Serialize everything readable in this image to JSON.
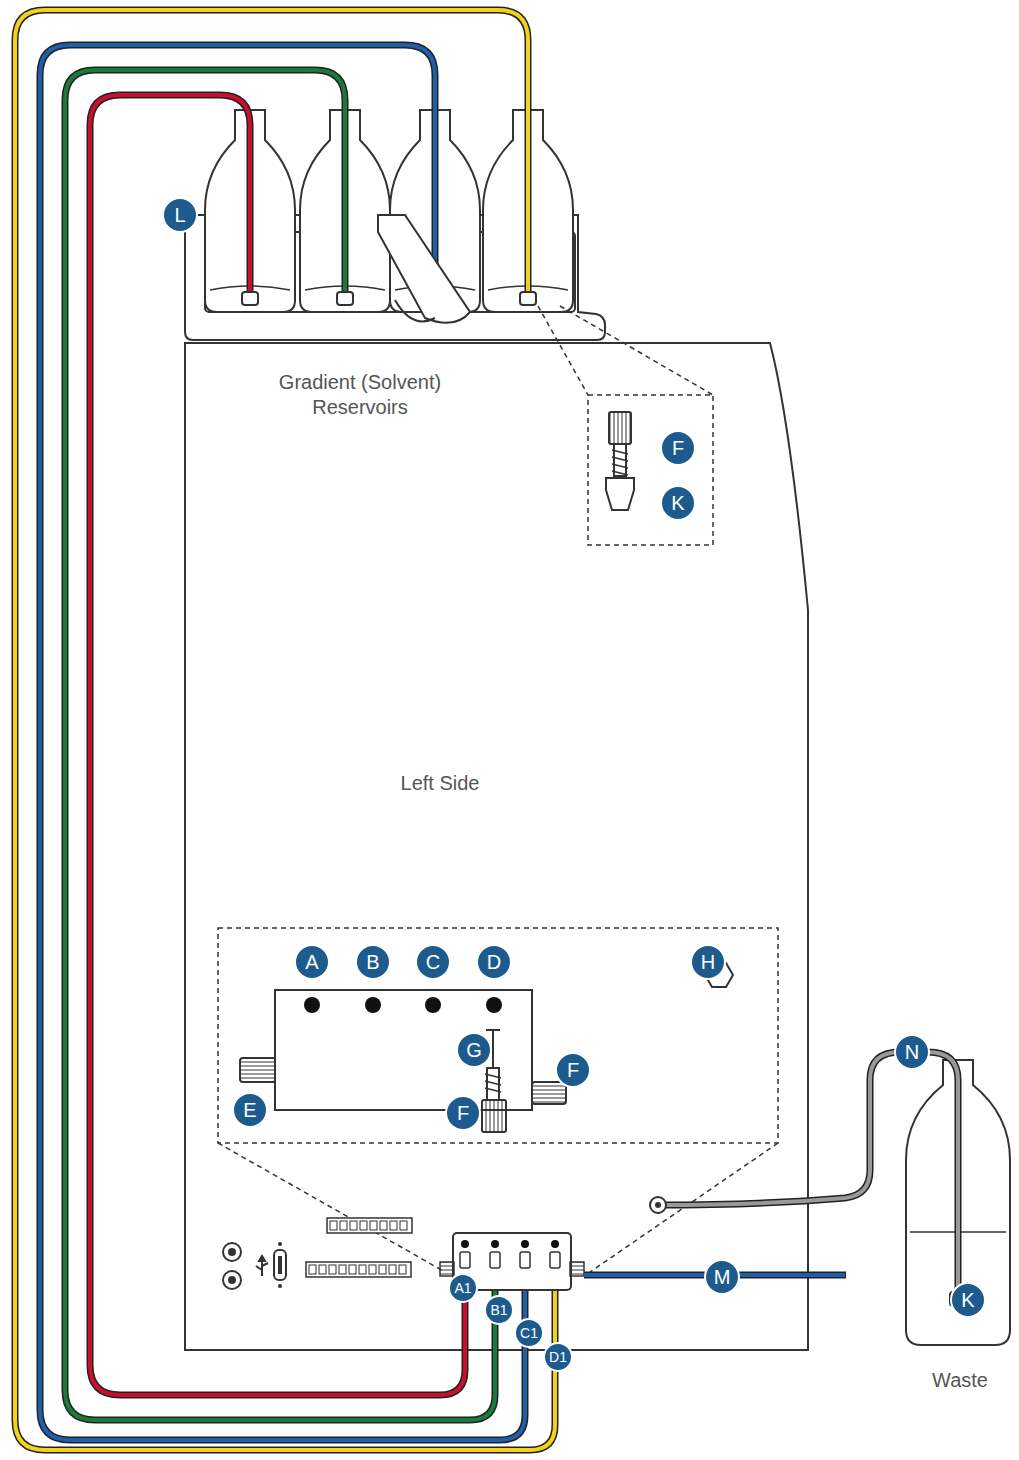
{
  "diagram": {
    "labels": [
      "L",
      "Gradient (Solvent) Reservoirs",
      "F",
      "K",
      "Left Side",
      "A",
      "B",
      "C",
      "D",
      "H",
      "G",
      "E",
      "F",
      "F",
      "N",
      "M",
      "A1",
      "B1",
      "C1",
      "D1",
      "K",
      "Waste"
    ]
  }
}
